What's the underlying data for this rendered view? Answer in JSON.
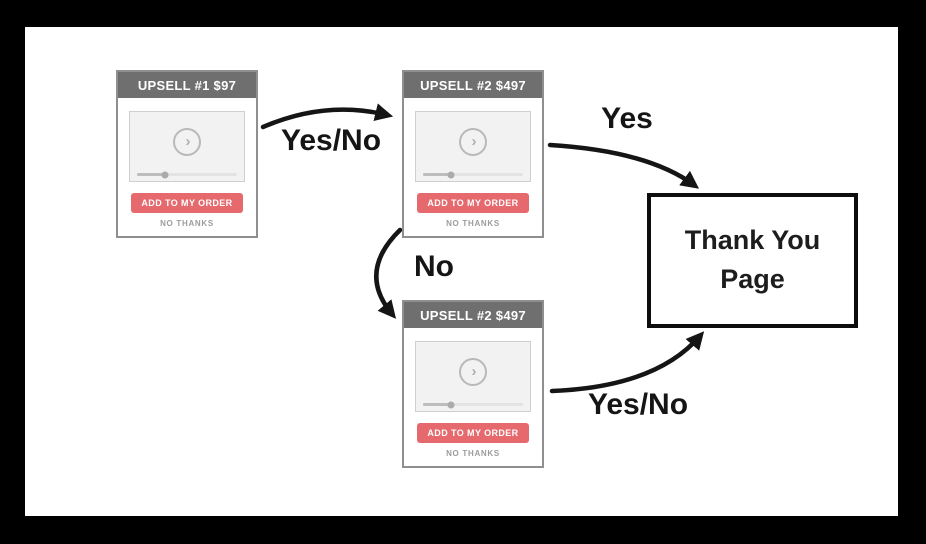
{
  "diagram": {
    "cards": [
      {
        "title": "UPSELL #1 $97",
        "cta": "ADD TO MY ORDER",
        "decline": "NO THANKS"
      },
      {
        "title": "UPSELL #2 $497",
        "cta": "ADD TO MY ORDER",
        "decline": "NO THANKS"
      },
      {
        "title": "UPSELL #2 $497",
        "cta": "ADD TO MY ORDER",
        "decline": "NO THANKS"
      }
    ],
    "thank_you": {
      "line1": "Thank You",
      "line2": "Page"
    },
    "labels": {
      "upsell1_to_upsell2": "Yes/No",
      "upsell2_yes": "Yes",
      "upsell2_no": "No",
      "downsell_to_thankyou": "Yes/No"
    },
    "icons": {
      "play_glyph": "›"
    }
  },
  "colors": {
    "ink": "#151515",
    "header-gray": "#6f6f6f",
    "card-border": "#8f8f8f",
    "button-red": "#e5696d",
    "video-bg": "#f2f2f2",
    "video-border": "#cfcfcf",
    "muted-text": "#9c9c9c",
    "frame-black": "#000000",
    "canvas-white": "#ffffff"
  }
}
